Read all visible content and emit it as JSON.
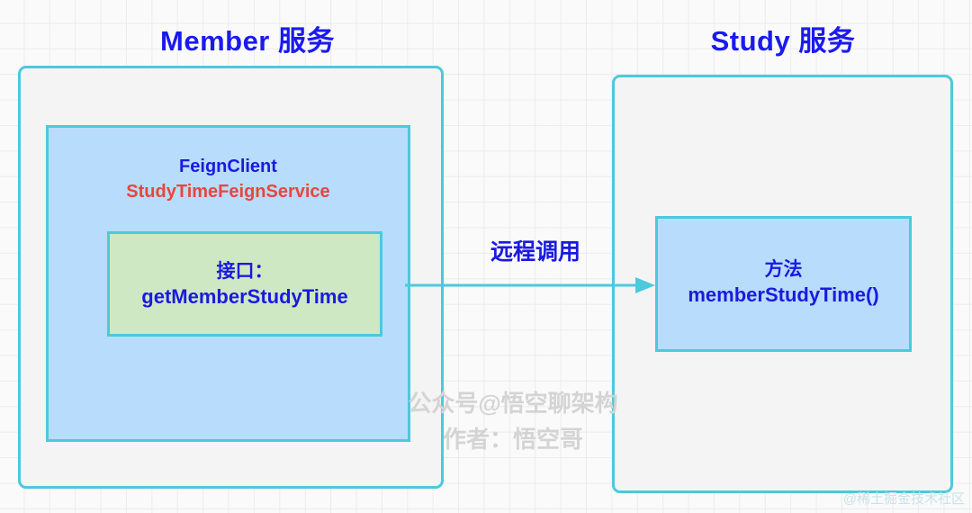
{
  "diagram": {
    "titles": {
      "member_service": "Member 服务",
      "study_service": "Study 服务"
    },
    "member_service": {
      "feign_client_label": "FeignClient",
      "feign_service_name": "StudyTimeFeignService",
      "interface_box": {
        "line1": "接口：",
        "line2": "getMemberStudyTime"
      }
    },
    "study_service": {
      "method_box": {
        "line1": "方法",
        "line2": "memberStudyTime()"
      }
    },
    "connector": {
      "label": "远程调用",
      "direction": "member-to-study"
    },
    "watermarks": {
      "center_line1": "公众号@悟空聊架构",
      "center_line2": "作者：悟空哥",
      "corner": "@稀土掘金技术社区"
    },
    "colors": {
      "title_blue": "#1a1af0",
      "text_blue": "#1a1ae0",
      "service_red": "#e8463c",
      "border_cyan": "#4cc9dd",
      "inner_blue_fill": "#b8dcfb",
      "green_fill": "#cfe8c4",
      "outer_fill": "#f4f4f4",
      "grid_line": "#ececec",
      "watermark_gray": "#d4d4d4",
      "watermark_corner": "#c9e3ea"
    }
  }
}
